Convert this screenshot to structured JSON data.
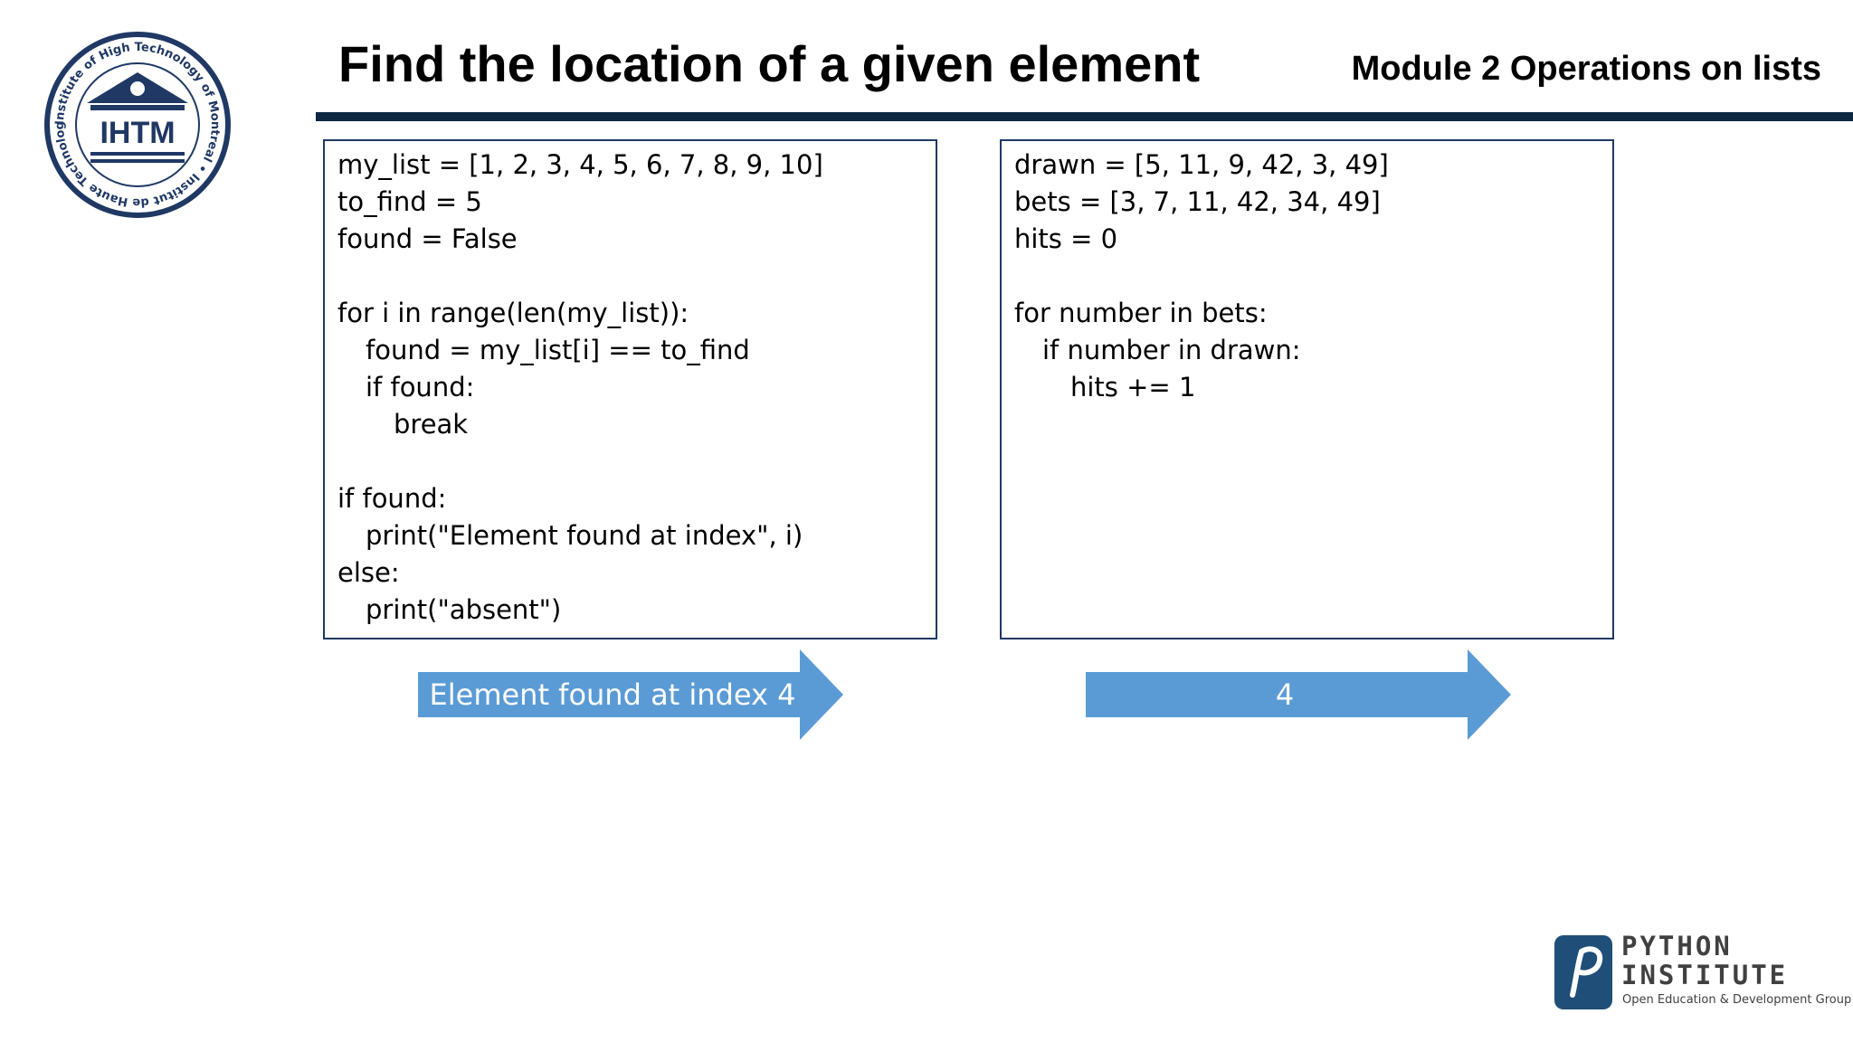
{
  "slide": {
    "title": "Find the location of a given element",
    "module": "Module 2 Operations on lists"
  },
  "ihtm_logo": {
    "acronym": "IHTM",
    "ring_text": "Institute of High Technology of Montreal • Institut de Haute Technologie de Montréal •",
    "color": "#1f3864"
  },
  "left_code": {
    "lines": [
      {
        "text": "my_list = [1, 2, 3, 4, 5, 6, 7, 8, 9, 10]",
        "indent": 0
      },
      {
        "text": "to_find = 5",
        "indent": 0
      },
      {
        "text": "found = False",
        "indent": 0
      },
      {
        "text": "",
        "indent": 0
      },
      {
        "text": "for i in range(len(my_list)):",
        "indent": 0
      },
      {
        "text": "found = my_list[i] == to_find",
        "indent": 1
      },
      {
        "text": "if found:",
        "indent": 1
      },
      {
        "text": "break",
        "indent": 2
      },
      {
        "text": "",
        "indent": 0
      },
      {
        "text": "if found:",
        "indent": 0
      },
      {
        "text": "print(\"Element found at index\", i)",
        "indent": 1
      },
      {
        "text": "else:",
        "indent": 0
      },
      {
        "text": "print(\"absent\")",
        "indent": 1
      }
    ],
    "output": "Element found at index 4"
  },
  "right_code": {
    "lines": [
      {
        "text": "drawn = [5, 11, 9, 42, 3, 49]",
        "indent": 0
      },
      {
        "text": "bets = [3, 7, 11, 42, 34, 49]",
        "indent": 0
      },
      {
        "text": "hits = 0",
        "indent": 0
      },
      {
        "text": "",
        "indent": 0
      },
      {
        "text": "for number in bets:",
        "indent": 0
      },
      {
        "text": "if number in drawn:",
        "indent": 1
      },
      {
        "text": "hits += 1",
        "indent": 2
      }
    ],
    "output": "4"
  },
  "python_institute": {
    "line1": "PYTHON",
    "line2": "INSTITUTE",
    "tagline": "Open Education & Development Group"
  },
  "colors": {
    "rule": "#0e2841",
    "box_border": "#1f3864",
    "arrow_fill": "#5b9bd5",
    "pi_mark": "#1f4e79"
  }
}
